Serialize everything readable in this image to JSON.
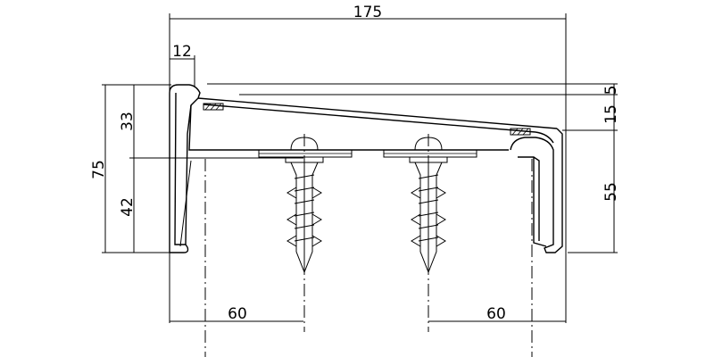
{
  "dimensions": {
    "overall_width": "175",
    "lip_width": "12",
    "left_total_height": "75",
    "left_upper_height": "33",
    "left_lower_height": "42",
    "right_top_gap": "5",
    "right_slope_rise": "15",
    "right_nose_height": "55",
    "left_anchor_offset": "60",
    "right_anchor_offset": "60"
  }
}
